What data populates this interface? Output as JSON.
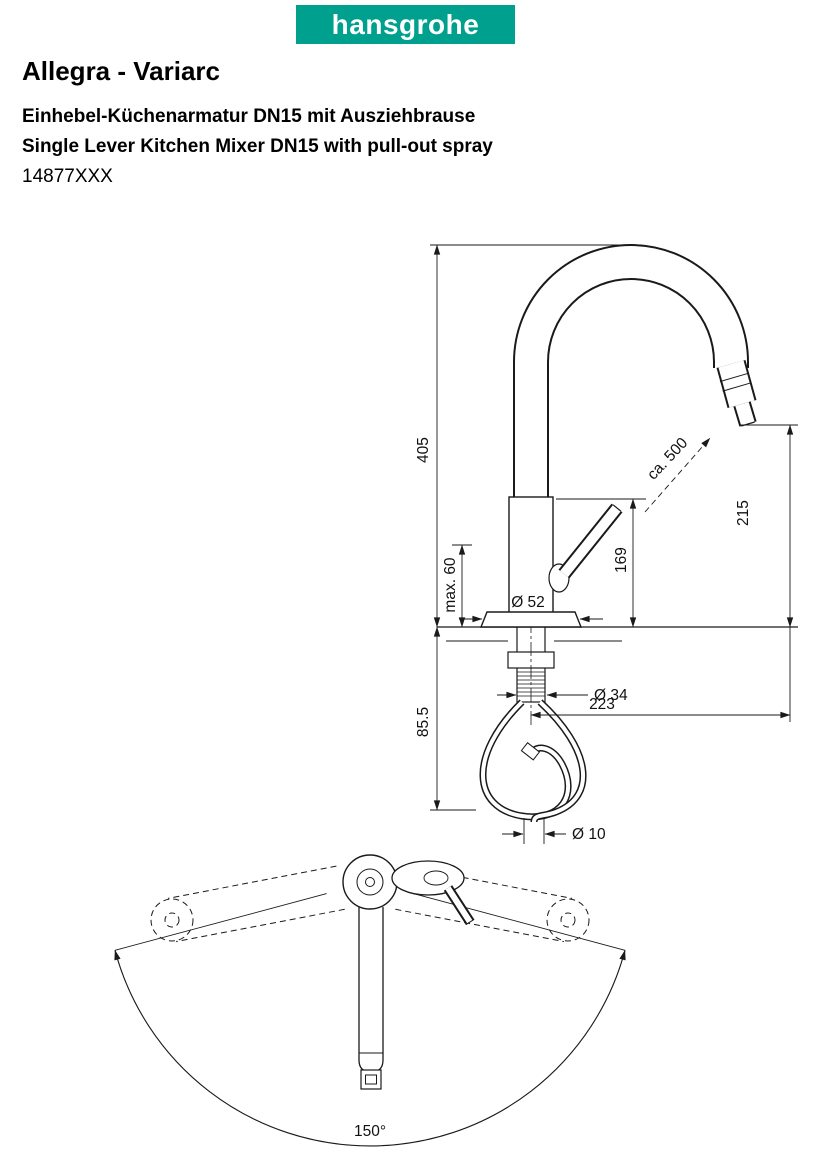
{
  "brand": {
    "logo_text": "hansgrohe",
    "logo_color": "#00A08E"
  },
  "header": {
    "title": "Allegra - Variarc",
    "subtitle_de": "Einhebel-Küchenarmatur DN15 mit Ausziehbrause",
    "subtitle_en": "Single Lever Kitchen Mixer DN15 with pull-out spray",
    "model": "14877XXX"
  },
  "drawing": {
    "dims": {
      "total_height": "405",
      "max_mounting": "max. 60",
      "spout_height": "169",
      "hose_length": "ca. 500",
      "spray_height": "215",
      "base_diameter": "Ø 52",
      "shank_diameter": "Ø 34",
      "reach": "223",
      "shank_length": "85.5",
      "hose_diameter": "Ø 10"
    },
    "top_view": {
      "swivel_angle": "150°"
    }
  }
}
